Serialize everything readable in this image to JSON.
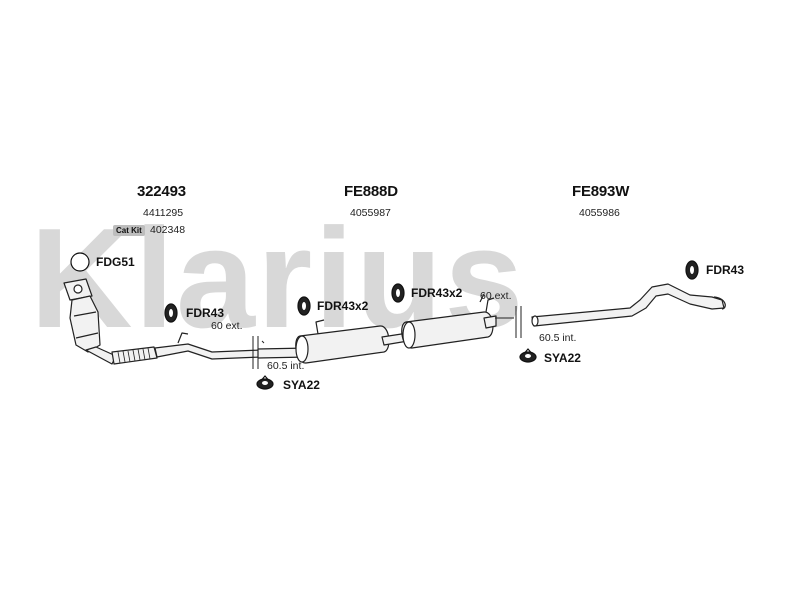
{
  "watermark": {
    "text": "Klarius",
    "color": "#d8d8d8"
  },
  "parts": [
    {
      "code": "322493",
      "ref": "4411295"
    },
    {
      "code": "FE888D",
      "ref": "4055987"
    },
    {
      "code": "FE893W",
      "ref": "4055986"
    }
  ],
  "cat_kit": {
    "badge": "Cat Kit",
    "number": "402348"
  },
  "fittings": {
    "fdg51": "FDG51",
    "fdr43_left": "FDR43",
    "fdr43x2_a": "FDR43x2",
    "fdr43x2_b": "FDR43x2",
    "fdr43_right": "FDR43",
    "sya22_left": "SYA22",
    "sya22_right": "SYA22"
  },
  "joint_notes": {
    "ext_left": "60 ext.",
    "int_left": "60.5 int.",
    "ext_right": "60 ext.",
    "int_right": "60.5 int."
  },
  "colors": {
    "pipe_fill": "#f2f2f2",
    "pipe_stroke": "#222222",
    "watermark": "#d8d8d8"
  }
}
